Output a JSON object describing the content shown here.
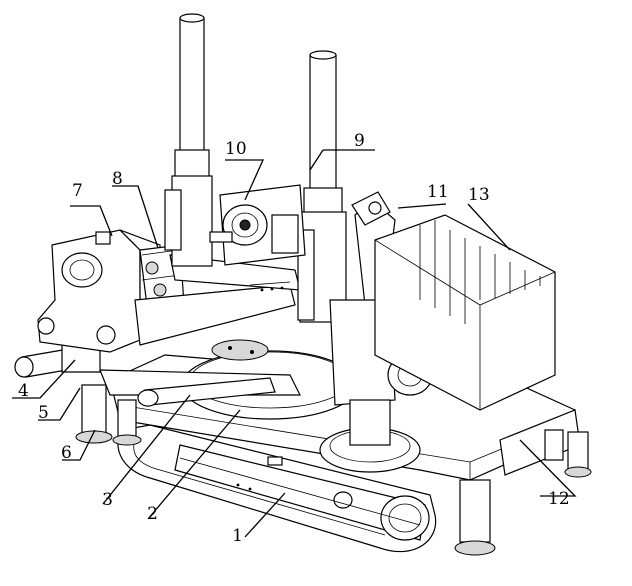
{
  "figure": {
    "labels": [
      {
        "id": "1",
        "text": "1"
      },
      {
        "id": "2",
        "text": "2"
      },
      {
        "id": "3",
        "text": "3"
      },
      {
        "id": "4",
        "text": "4"
      },
      {
        "id": "5",
        "text": "5"
      },
      {
        "id": "6",
        "text": "6"
      },
      {
        "id": "7",
        "text": "7"
      },
      {
        "id": "8",
        "text": "8"
      },
      {
        "id": "9",
        "text": "9"
      },
      {
        "id": "10",
        "text": "10"
      },
      {
        "id": "11",
        "text": "11"
      },
      {
        "id": "12",
        "text": "12"
      },
      {
        "id": "13",
        "text": "13"
      }
    ]
  }
}
